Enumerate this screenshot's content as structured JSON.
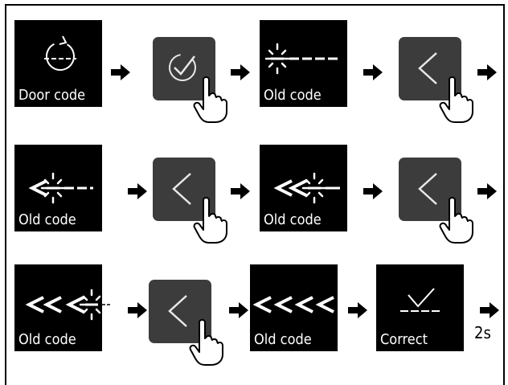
{
  "labels": {
    "door_code": "Door code",
    "old_code": "Old code",
    "correct": "Correct",
    "delay": "2s"
  }
}
